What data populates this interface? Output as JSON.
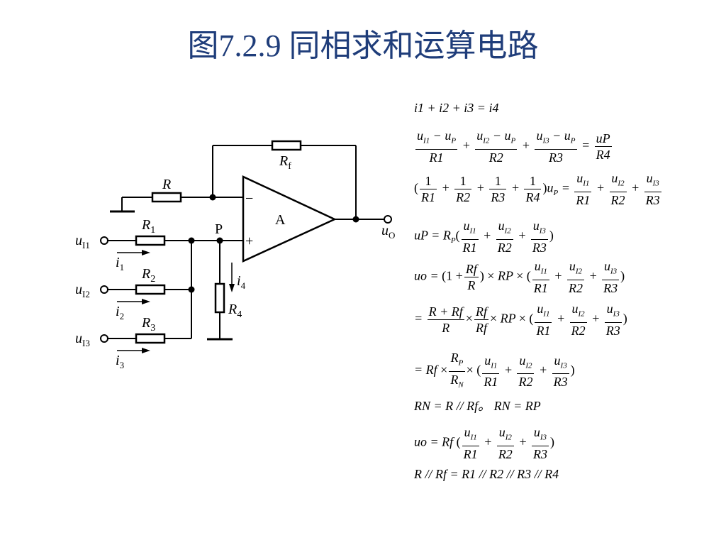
{
  "title": "图7.2.9 同相求和运算电路",
  "circuit": {
    "labels": {
      "rf": "R",
      "rf_sub": "f",
      "r": "R",
      "r1": "R",
      "r1_sub": "1",
      "r2": "R",
      "r2_sub": "2",
      "r3": "R",
      "r3_sub": "3",
      "r4": "R",
      "r4_sub": "4",
      "amp": "A",
      "minus": "−",
      "plus": "+",
      "node_p": "P",
      "u11": "u",
      "u11_sub": "I1",
      "u12": "u",
      "u12_sub": "I2",
      "u13": "u",
      "u13_sub": "I3",
      "uo": "u",
      "uo_sub": "O",
      "i1": "i",
      "i1_sub": "1",
      "i2": "i",
      "i2_sub": "2",
      "i3": "i",
      "i3_sub": "3",
      "i4": "i",
      "i4_sub": "4"
    }
  },
  "equations": {
    "eq1": "i1 + i2 + i3 = i4",
    "eq8": "RN = R // Rf。 RN = RP",
    "eq10": "R // Rf = R1 // R2 // R3 // R4"
  }
}
